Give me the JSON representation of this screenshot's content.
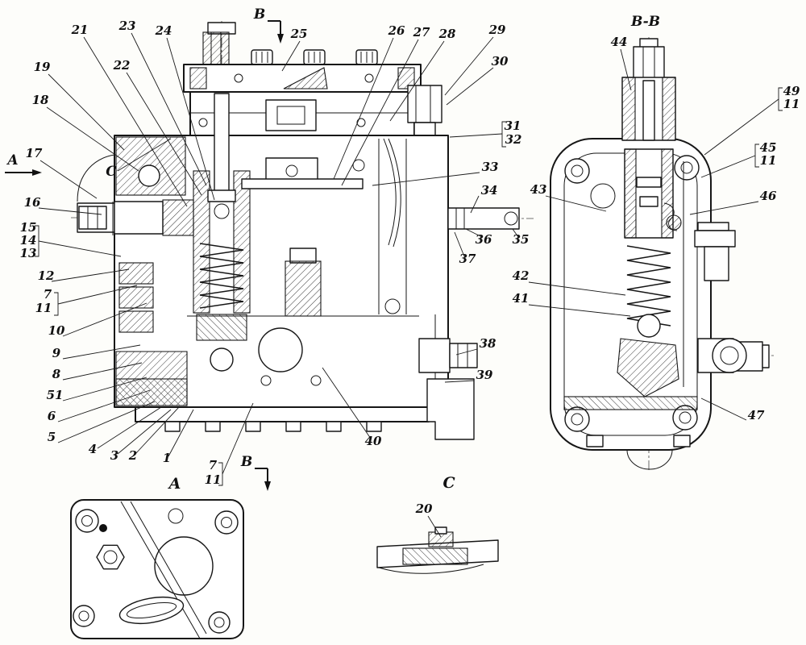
{
  "sections": {
    "arrow_a": "A",
    "cut_b_top": "B",
    "cut_b_bottom": "B",
    "section_bb_title": "B-B",
    "detail_c_flag": "C",
    "view_a_title": "A",
    "view_c_title": "C"
  },
  "labels": {
    "c1": "1",
    "c2": "2",
    "c3": "3",
    "c4": "4",
    "c5": "5",
    "c6": "6",
    "c7_left": "7",
    "c7_bottom": "7",
    "c8": "8",
    "c9": "9",
    "c10": "10",
    "c11_left": "11",
    "c11_bottom": "11",
    "c11_top_right": "11",
    "c11_right": "11",
    "c12": "12",
    "c13": "13",
    "c14": "14",
    "c15": "15",
    "c16": "16",
    "c17": "17",
    "c18": "18",
    "c19": "19",
    "c20": "20",
    "c21": "21",
    "c22": "22",
    "c23": "23",
    "c24": "24",
    "c25": "25",
    "c26": "26",
    "c27": "27",
    "c28": "28",
    "c29": "29",
    "c30": "30",
    "c31": "31",
    "c32": "32",
    "c33": "33",
    "c34": "34",
    "c35": "35",
    "c36": "36",
    "c37": "37",
    "c38": "38",
    "c39": "39",
    "c40": "40",
    "c41": "41",
    "c42": "42",
    "c43": "43",
    "c44": "44",
    "c45": "45",
    "c46": "46",
    "c47": "47",
    "c49": "49",
    "c51": "51"
  }
}
